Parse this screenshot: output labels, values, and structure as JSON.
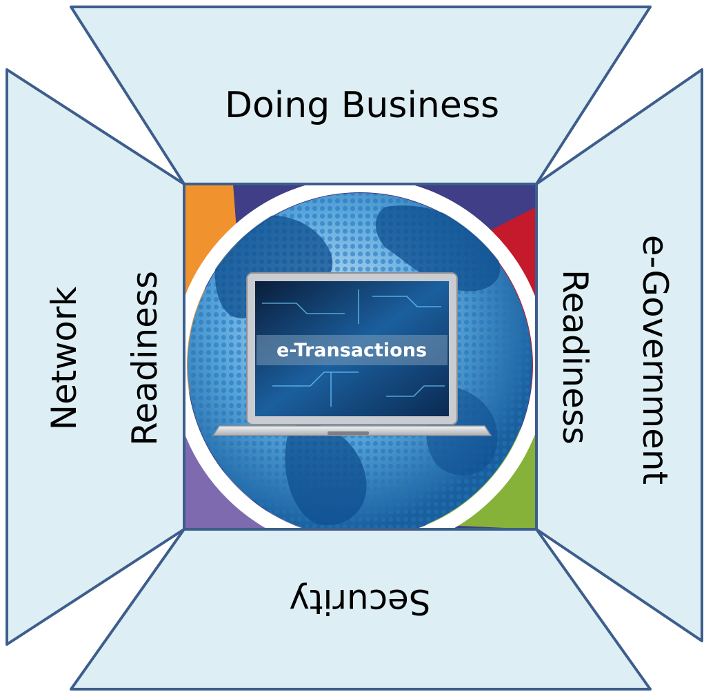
{
  "diagram": {
    "top_panel": {
      "label": "Doing Business"
    },
    "left_panel": {
      "line1": "Network",
      "line2": "Readiness"
    },
    "right_panel": {
      "line1": "e-Government",
      "line2": "Readiness"
    },
    "bottom_panel": {
      "label": "Security"
    },
    "center_image": {
      "screen_text": "e-Transactions"
    }
  },
  "colors": {
    "panel_fill": "#ddeef4",
    "panel_stroke": "#3d5e8c",
    "globe_blue": "#1c6fb3",
    "arrow_orange": "#f0922e",
    "arrow_red": "#c41a2c",
    "arrow_green": "#86b23a",
    "arrow_purple": "#7e6aae",
    "frame_indigo": "#3f3e86"
  }
}
